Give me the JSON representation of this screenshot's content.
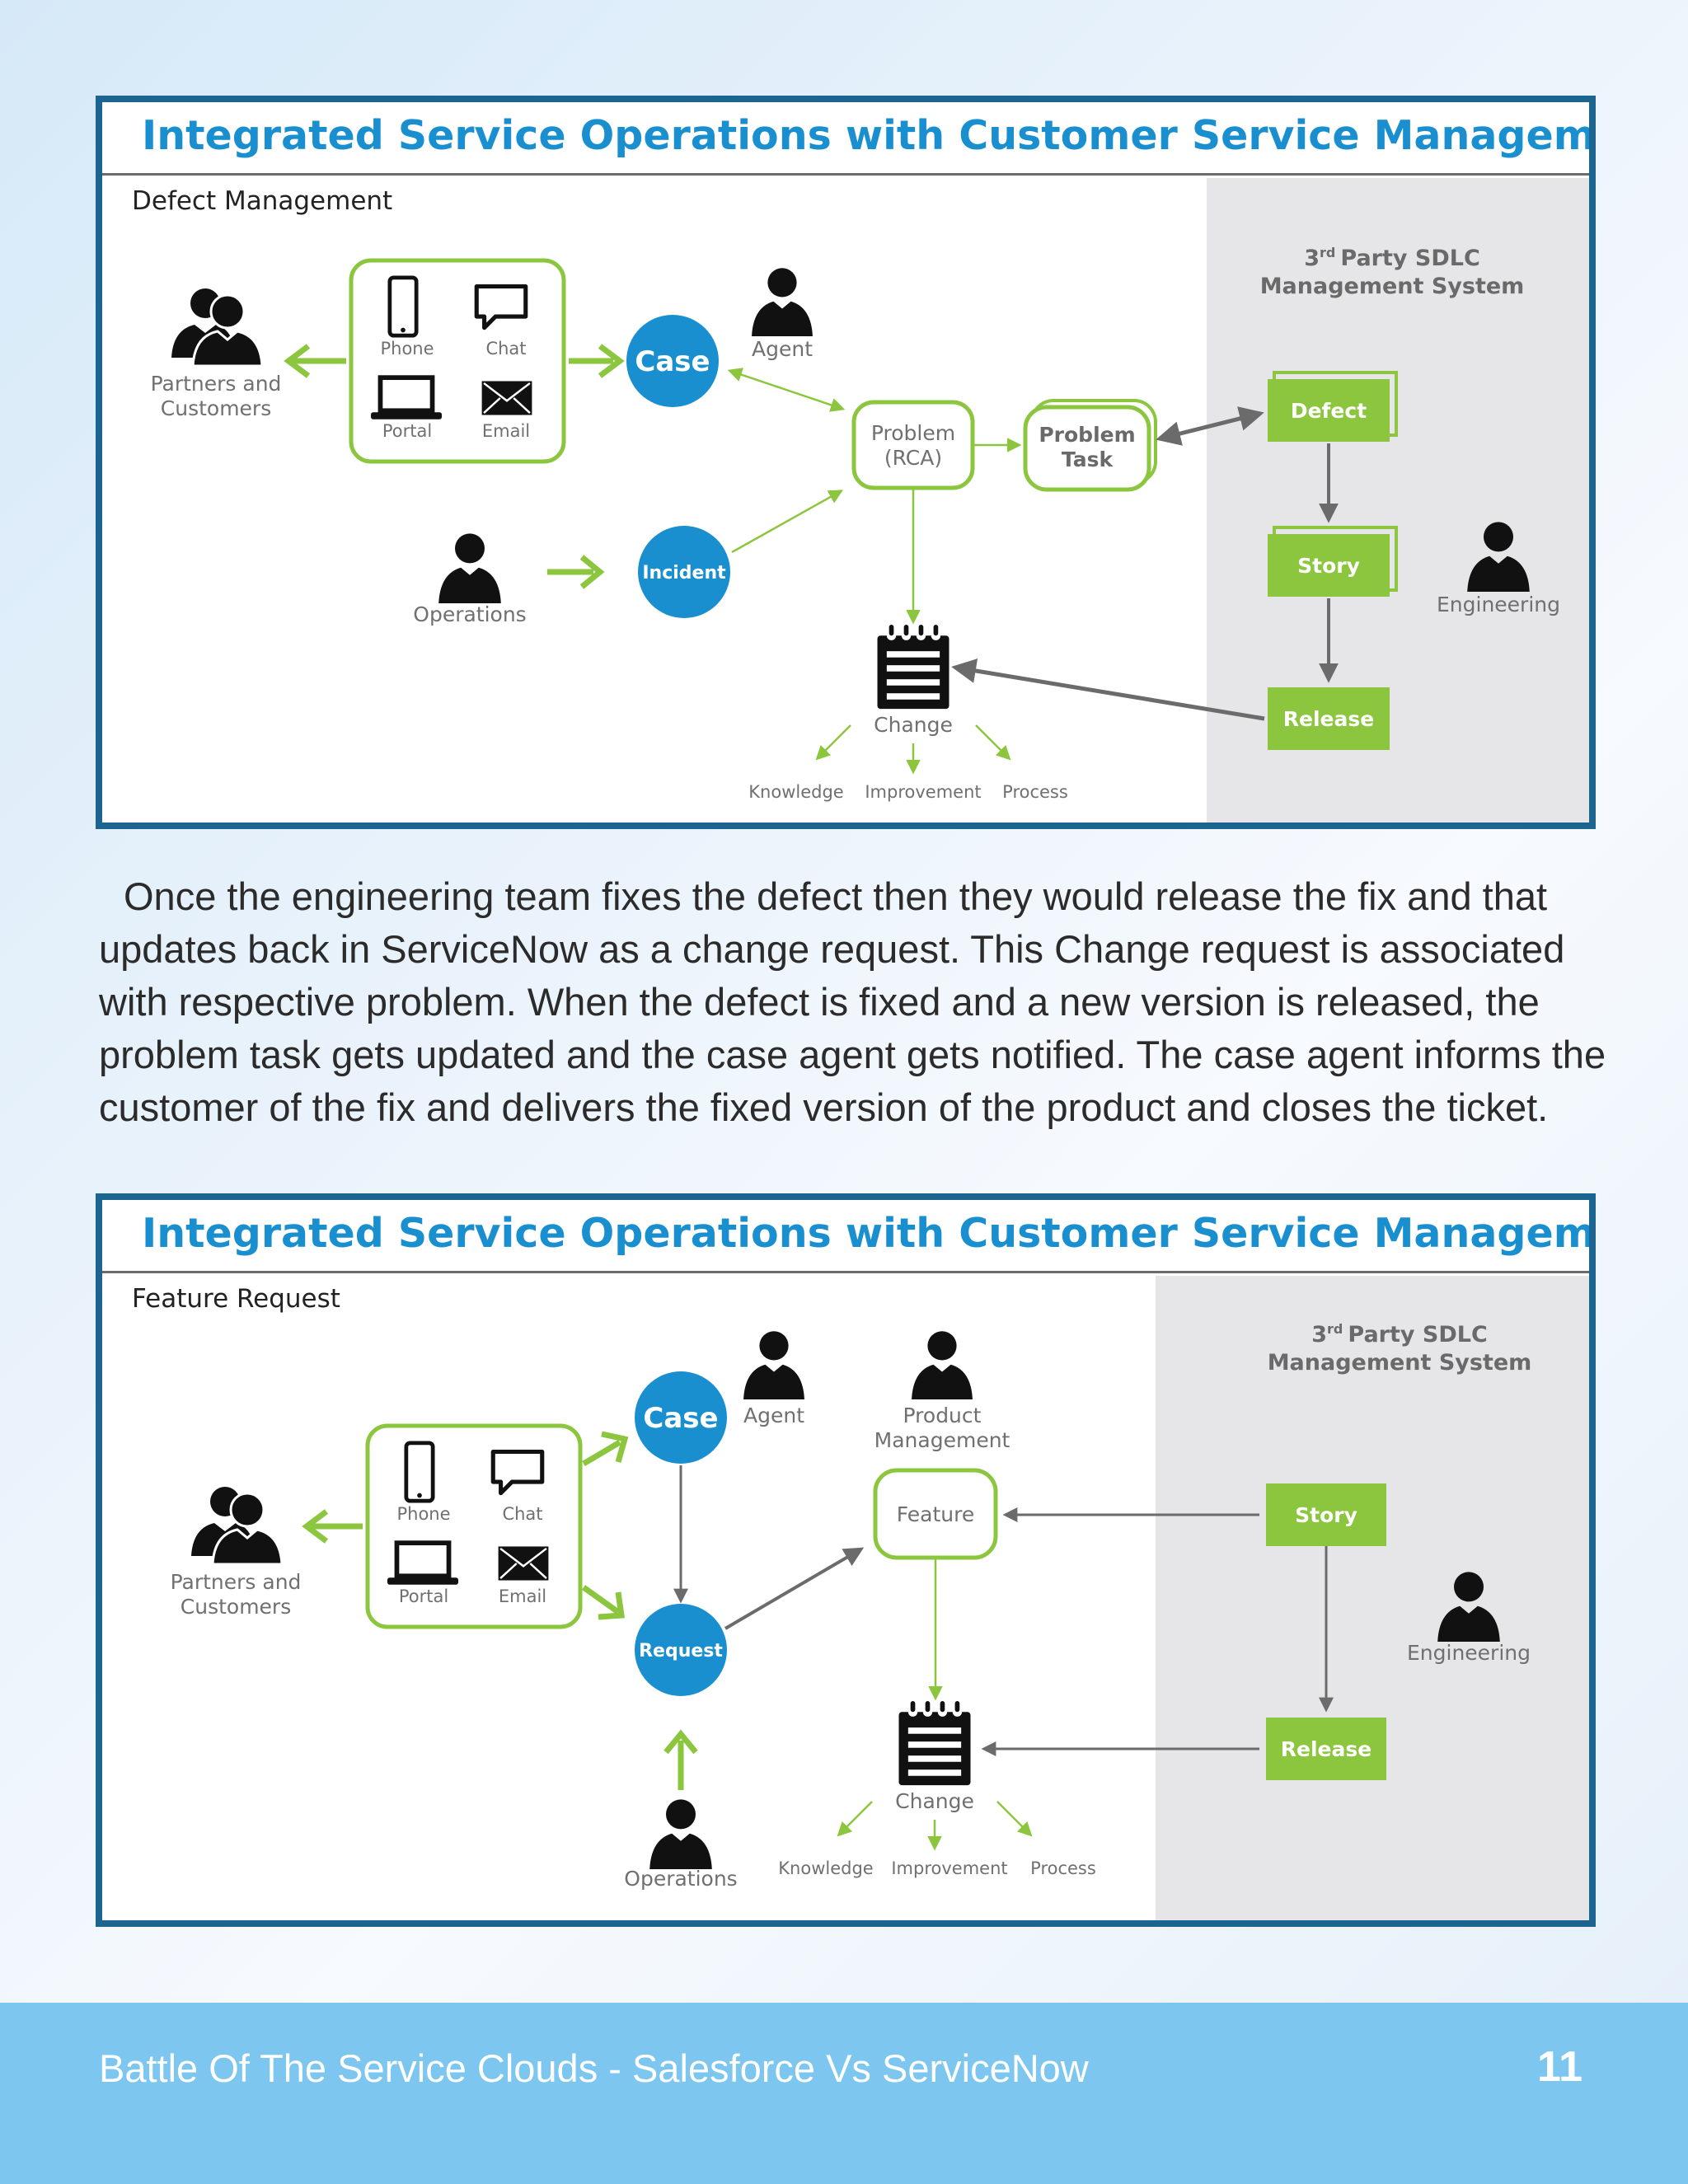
{
  "colors": {
    "accent_blue": "#1a8fd0",
    "green": "#8cc63f",
    "border": "#1c6590",
    "footer_bg": "#7cc6ef",
    "gray_zone": "#e6e5e7"
  },
  "diagram1": {
    "title": "Integrated Service Operations with Customer Service Management",
    "subtitle": "Defect Management",
    "sdlc_title": "Party SDLC",
    "sdlc_title_prefix": "3",
    "sdlc_title_sup": "rd",
    "sdlc_title_line2": "Management System",
    "partners_l1": "Partners and",
    "partners_l2": "Customers",
    "channels": {
      "phone": "Phone",
      "chat": "Chat",
      "portal": "Portal",
      "email": "Email"
    },
    "case": "Case",
    "agent": "Agent",
    "problem_l1": "Problem",
    "problem_l2": "(RCA)",
    "ptask_l1": "Problem",
    "ptask_l2": "Task",
    "defect": "Defect",
    "story": "Story",
    "release": "Release",
    "engineering": "Engineering",
    "operations": "Operations",
    "incident": "Incident",
    "change": "Change",
    "knowledge": "Knowledge",
    "improvement": "Improvement",
    "process": "Process"
  },
  "paragraph": "Once the engineering team fixes the defect then they would release the fix and that updates back in ServiceNow as a change request. This Change request is associated with respective problem. When the defect is fixed and a new version is released, the problem task gets updated and the case agent gets notified. The case agent informs the customer of the fix and delivers the fixed version of the product and closes the ticket.",
  "diagram2": {
    "title": "Integrated Service Operations with Customer Service Management",
    "subtitle": "Feature Request",
    "sdlc_title": "Party SDLC",
    "sdlc_title_prefix": "3",
    "sdlc_title_sup": "rd",
    "sdlc_title_line2": "Management System",
    "partners_l1": "Partners and",
    "partners_l2": "Customers",
    "channels": {
      "phone": "Phone",
      "chat": "Chat",
      "portal": "Portal",
      "email": "Email"
    },
    "case": "Case",
    "agent": "Agent",
    "pm_l1": "Product",
    "pm_l2": "Management",
    "feature": "Feature",
    "request": "Request",
    "story": "Story",
    "release": "Release",
    "engineering": "Engineering",
    "operations": "Operations",
    "change": "Change",
    "knowledge": "Knowledge",
    "improvement": "Improvement",
    "process": "Process"
  },
  "footer": {
    "title": "Battle Of The Service Clouds - Salesforce Vs ServiceNow",
    "page": "11"
  }
}
